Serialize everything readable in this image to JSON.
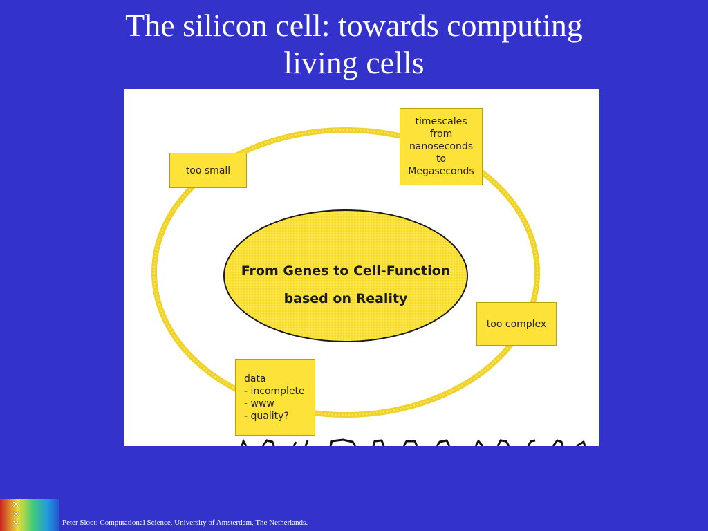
{
  "title": {
    "line1": "The silicon cell: towards computing",
    "line2": "living cells"
  },
  "diagram": {
    "center": {
      "line1": "From Genes to Cell-Function",
      "line2": "based on Reality"
    },
    "boxes": {
      "too_small": "too small",
      "timescales": [
        "timescales",
        "from",
        "nanoseconds",
        "to",
        "Megaseconds"
      ],
      "too_complex": "too complex",
      "data": [
        "data",
        "- incomplete",
        "- www",
        "- quality?"
      ]
    },
    "colors": {
      "ring": "#f0d62a",
      "fill": "#fde23a",
      "panel": "#ffffff"
    }
  },
  "footer": {
    "credit": "Peter Sloot: Computational Science,  University of Amsterdam, The Netherlands.",
    "logo_icon": "university-logo-icon"
  },
  "colors": {
    "background": "#3333cc",
    "title_text": "#ffffff"
  }
}
